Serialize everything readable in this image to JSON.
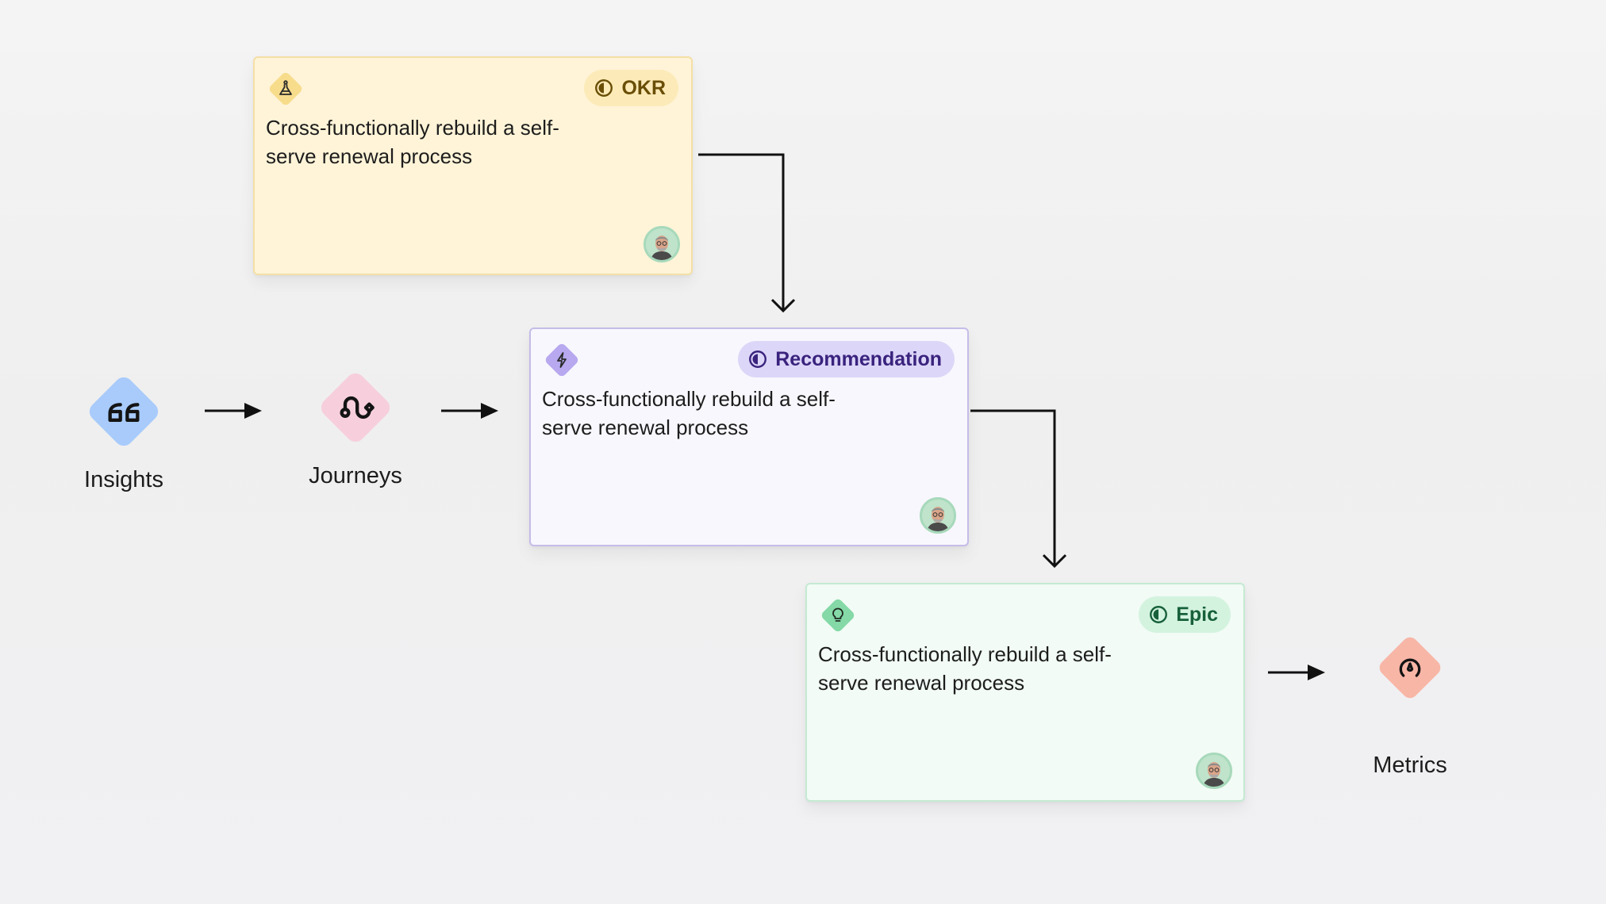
{
  "nodes": {
    "insights": {
      "label": "Insights",
      "icon": "quote-icon",
      "color": "#a8cbfb"
    },
    "journeys": {
      "label": "Journeys",
      "icon": "route-icon",
      "color": "#f7cfdc"
    },
    "metrics": {
      "label": "Metrics",
      "icon": "gauge-icon",
      "color": "#f8b6a7"
    }
  },
  "cards": {
    "okr": {
      "badge": "OKR",
      "text": "Cross-functionally rebuild a self-serve renewal process",
      "icon": "flask-icon",
      "color": "#fff4d8"
    },
    "recommendation": {
      "badge": "Recommendation",
      "text": "Cross-functionally rebuild a self-serve renewal process",
      "icon": "lightning-icon",
      "color": "#f8f7fd"
    },
    "epic": {
      "badge": "Epic",
      "text": "Cross-functionally rebuild a self-serve renewal process",
      "icon": "lightbulb-icon",
      "color": "#f2fbf5"
    }
  },
  "connectors": [
    {
      "from": "insights",
      "to": "journeys"
    },
    {
      "from": "journeys",
      "to": "recommendation"
    },
    {
      "from": "okr",
      "to": "recommendation"
    },
    {
      "from": "recommendation",
      "to": "epic"
    },
    {
      "from": "epic",
      "to": "metrics"
    }
  ]
}
